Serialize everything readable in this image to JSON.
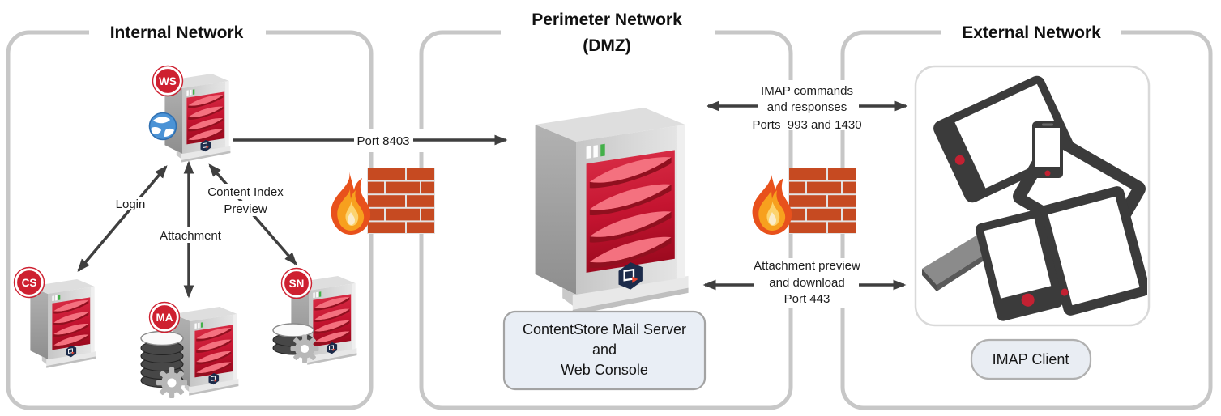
{
  "zones": {
    "internal": {
      "title": "Internal Network"
    },
    "perimeter": {
      "title": "Perimeter Network",
      "subtitle": "(DMZ)"
    },
    "external": {
      "title": "External Network"
    }
  },
  "nodes": {
    "ws_server": {
      "badge": "WS",
      "icons": [
        "globe-icon",
        "server-tower-icon",
        "commvault-logo-icon"
      ]
    },
    "cs_server": {
      "badge": "CS",
      "icons": [
        "server-tower-icon",
        "commvault-logo-icon"
      ]
    },
    "ma_server": {
      "badge": "MA",
      "icons": [
        "server-tower-icon",
        "database-stack-icon",
        "gear-icon",
        "commvault-logo-icon"
      ]
    },
    "sn_server": {
      "badge": "SN",
      "icons": [
        "server-tower-icon",
        "database-stack-icon",
        "gear-icon",
        "commvault-logo-icon"
      ]
    },
    "dmz_server": {
      "label_line1": "ContentStore Mail Server",
      "label_line2": "and",
      "label_line3": "Web Console",
      "icons": [
        "server-tower-icon",
        "commvault-logo-icon"
      ]
    },
    "imap_client": {
      "label": "IMAP Client",
      "icons": [
        "tablet-icon",
        "smartphone-icon",
        "laptop-icon"
      ]
    }
  },
  "connections": {
    "port_8403": {
      "label": "Port 8403"
    },
    "login": {
      "label": "Login"
    },
    "attachment": {
      "label": "Attachment"
    },
    "content_index_preview": {
      "label_line1": "Content Index",
      "label_line2": "Preview"
    },
    "imap_commands": {
      "line1": "IMAP commands",
      "line2": "and responses",
      "line3": "Ports  993 and 1430"
    },
    "attachment_preview": {
      "line1": "Attachment preview",
      "line2": "and download",
      "line3": "Port 443"
    }
  },
  "icons": {
    "firewall_left": "firewall-brick-flame-icon",
    "firewall_right": "firewall-brick-flame-icon"
  },
  "colors": {
    "badge_red": "#ce2030",
    "server_panel_red": "#c41430",
    "slat_pink": "#f4717f",
    "arrow": "#3f3f3f",
    "zone_border": "#c7c7c7",
    "brick_orange": "#c64a21",
    "flame_outer": "#e8511c",
    "flame_mid": "#f7a01e",
    "flame_inner": "#fcd36e",
    "label_box_fill": "#e9eef5",
    "device_dark": "#3b3b3b",
    "globe_blue": "#4b93d6",
    "accent_dot_red": "#c32132",
    "logo_navy": "#1c2b4a"
  }
}
